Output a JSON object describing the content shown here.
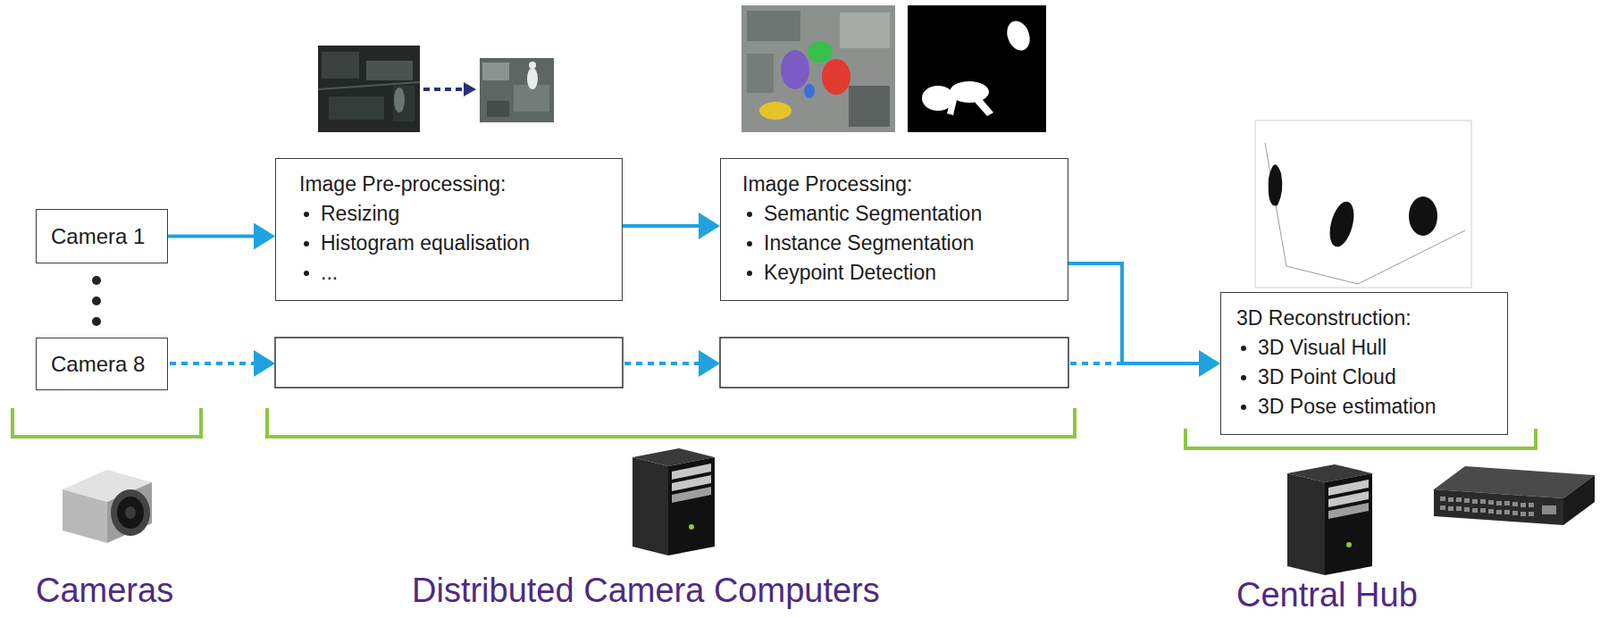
{
  "diagram": {
    "nodes": [
      {
        "text": [
          "Camera 1"
        ]
      },
      {
        "text": [
          "Camera 8"
        ]
      },
      {
        "text": [
          "Image Pre-processing:",
          "Resizing",
          "Histogram equalisation",
          "..."
        ]
      },
      {
        "text": [
          "Image Processing:",
          "Semantic Segmentation",
          "Instance Segmentation",
          "Keypoint Detection"
        ]
      },
      {
        "text": [
          "3D Reconstruction:",
          "3D Visual Hull",
          "3D Point Cloud",
          "3D Pose estimation"
        ]
      }
    ],
    "edges": [
      {
        "from": 0,
        "to": 2,
        "arrow": "to"
      },
      {
        "from": 2,
        "to": 3,
        "arrow": "to"
      },
      {
        "from": 3,
        "to": 4,
        "arrow": "to"
      }
    ],
    "labels": [
      "Cameras",
      "Distributed Camera Computers",
      "Central Hub"
    ]
  }
}
